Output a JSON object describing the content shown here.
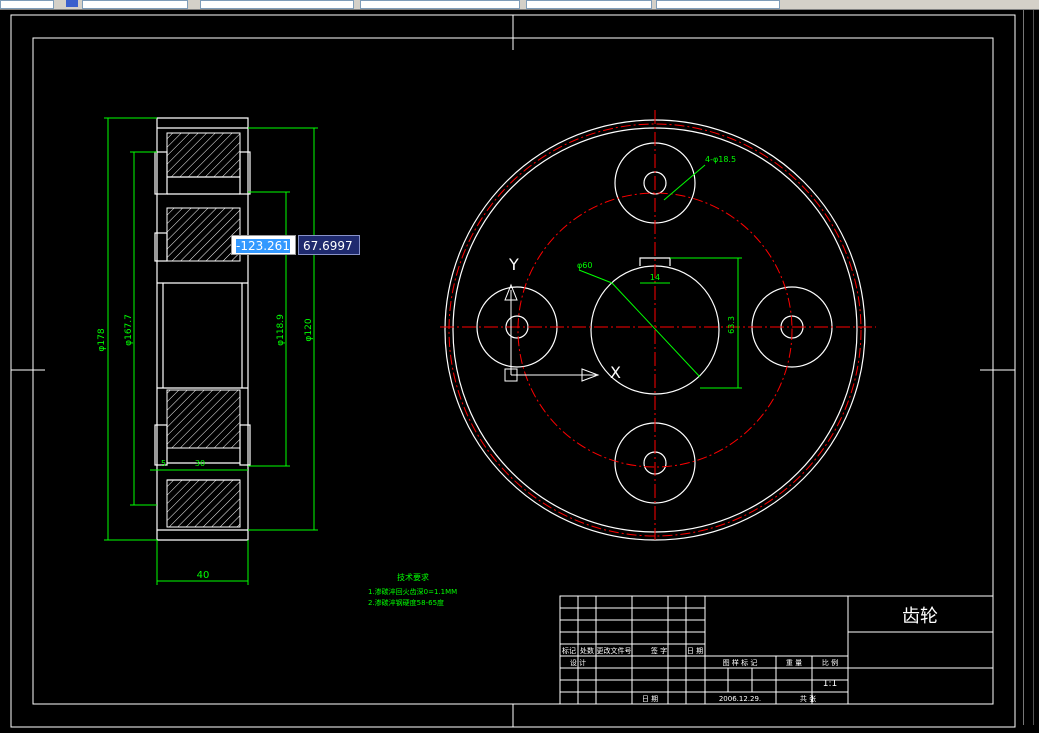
{
  "coordinate_input": {
    "x_value": "-123.261",
    "y_value": "67.6997"
  },
  "dimensions": {
    "d178": "φ178",
    "d167": "φ167.7",
    "d118": "φ118.9",
    "d120": "φ120",
    "w5": "5",
    "w30": "30",
    "w40": "40",
    "bore": "φ60",
    "keyway_width": "14",
    "keyway_depth": "63.3",
    "holes": "4-φ18.5"
  },
  "notes": {
    "title": "技术要求",
    "line1": "1.渗碳淬回火齿深0=1.1MM",
    "line2": "2.渗碳淬钢硬度58-65度"
  },
  "title_block": {
    "part_name": "齿轮",
    "scale": "1:1",
    "head_mark": "标记",
    "head_count": "处数",
    "head_file": "更改文件号",
    "head_sign": "签 字",
    "head_date": "日 期",
    "design": "设 计",
    "date_label": "日 期",
    "stage_mark": "图 样 标 记",
    "weight": "重 量",
    "scale_label": "比 例",
    "drawing_date": "2006.12.29.",
    "sheet": "共  张"
  },
  "axis_labels": {
    "x": "X",
    "y": "Y"
  },
  "colors": {
    "line": "#ffffff",
    "dimension": "#00ff00",
    "center": "#ff0000",
    "hatch": "#ffffff",
    "note": "#00ff00"
  }
}
